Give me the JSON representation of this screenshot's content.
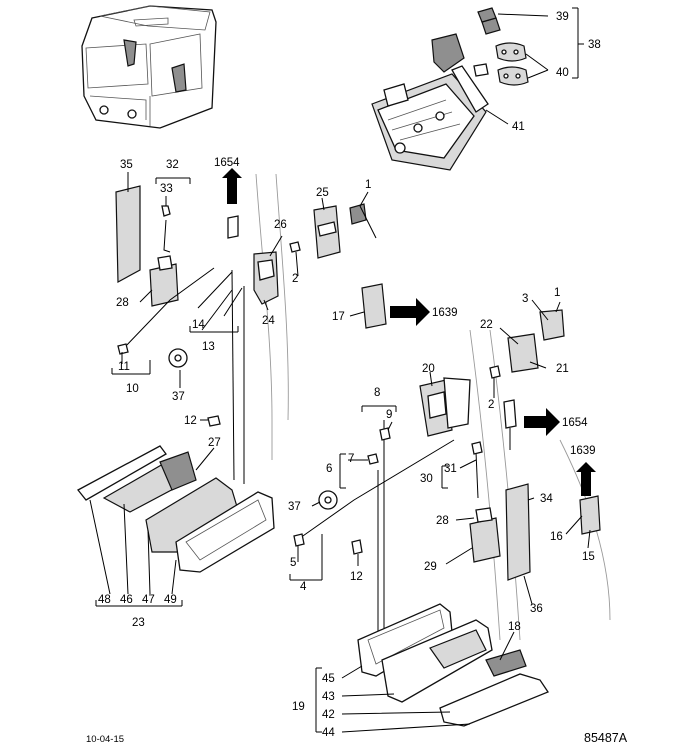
{
  "diagram": {
    "parts": [
      "1",
      "2",
      "3",
      "4",
      "5",
      "6",
      "7",
      "8",
      "9",
      "10",
      "11",
      "12",
      "13",
      "14",
      "15",
      "16",
      "17",
      "18",
      "19",
      "20",
      "21",
      "22",
      "23",
      "24",
      "25",
      "26",
      "27",
      "28",
      "29",
      "30",
      "31",
      "32",
      "33",
      "34",
      "35",
      "36",
      "37",
      "38",
      "39",
      "40",
      "41",
      "42",
      "43",
      "44",
      "45",
      "46",
      "47",
      "48",
      "49"
    ],
    "refs": [
      "1654",
      "1639"
    ],
    "date": "10-04-15",
    "figure_ref": "85487A"
  }
}
